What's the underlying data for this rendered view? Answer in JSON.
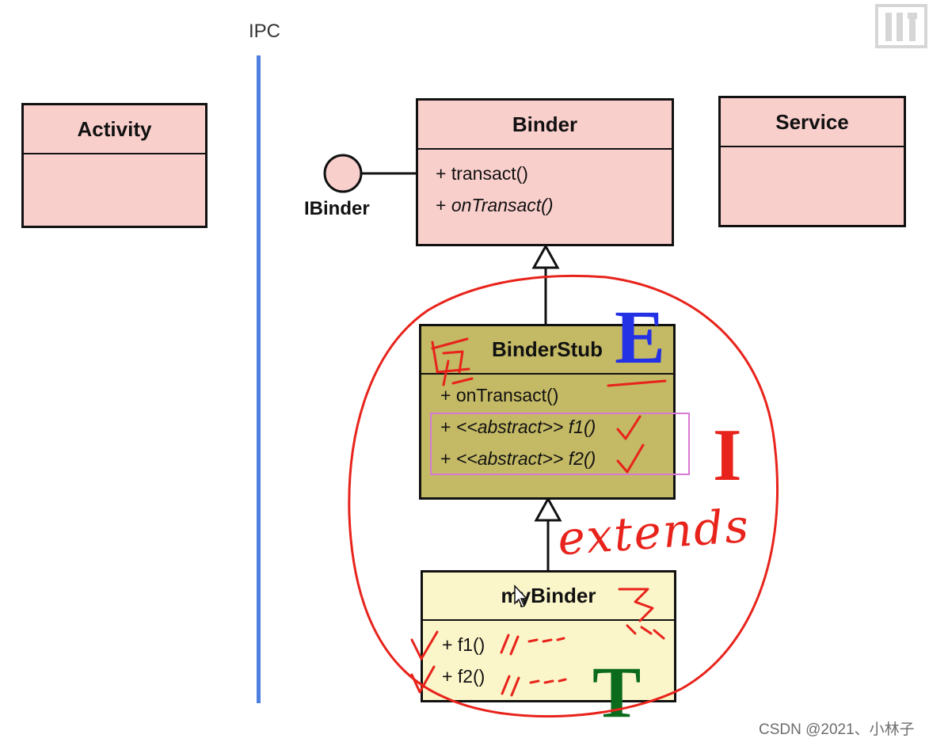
{
  "ipc_label": "IPC",
  "activity": {
    "name": "Activity"
  },
  "service": {
    "name": "Service"
  },
  "interface": {
    "name": "IBinder"
  },
  "binder": {
    "name": "Binder",
    "ops": [
      {
        "vis": "+",
        "name": "transact()"
      },
      {
        "vis": "+",
        "name": "onTransact()"
      }
    ]
  },
  "binder_stub": {
    "name": "BinderStub",
    "ops": [
      {
        "vis": "+",
        "name": "onTransact()"
      },
      {
        "vis": "+",
        "stereotype": "<<abstract>>",
        "name": "f1()"
      },
      {
        "vis": "+",
        "stereotype": "<<abstract>>",
        "name": "f2()"
      }
    ]
  },
  "my_binder": {
    "name": "myBinder",
    "ops": [
      {
        "vis": "+",
        "name": "f1()"
      },
      {
        "vis": "+",
        "name": "f2()"
      }
    ]
  },
  "letters": {
    "e": "E",
    "i": "I",
    "t": "T"
  },
  "handwriting": {
    "extends": "extends"
  },
  "watermark": "CSDN @2021、小林子",
  "colors": {
    "class_fill": "#f9cfcc",
    "stub_fill": "#c4b965",
    "mybinder_fill": "#fbf6c9",
    "ipc_line": "#4c7fe0",
    "annotation_red": "#e8231b",
    "letter_blue": "#2432e6",
    "letter_red": "#e8231b",
    "letter_green": "#0b6b1c",
    "highlight_box": "#d77ad4"
  },
  "icons": [
    "interface-lollipop-icon",
    "cursor-icon",
    "logo-icon"
  ]
}
